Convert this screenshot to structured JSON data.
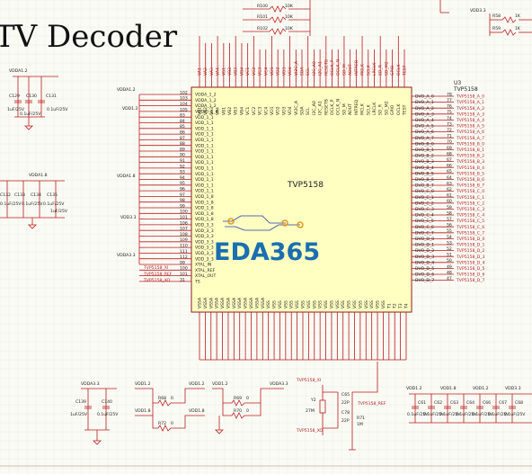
{
  "title": "TV Decoder",
  "chip": {
    "name": "TVP5158",
    "designator": "U3",
    "part_top": "TVP5158"
  },
  "watermark": "EDA365",
  "left_pin_labels": [
    "VDDA_1_2",
    "VDDA_1_2",
    "VDDA_1_2",
    "VDDIO_1_8",
    "VDD_1_1",
    "VDD_1_1",
    "VDD_1_1",
    "VDD_1_1",
    "VDD_1_1",
    "VDD_1_1",
    "VDD_1_1",
    "VDD_1_1",
    "VDD_1_1",
    "VDD_1_1",
    "VDD_1_1",
    "VDD_1_1",
    "VDD_1_1",
    "VDD_1_1",
    "VDD_1_8",
    "VDD_1_8",
    "VDD_1_8",
    "VDD_1_8",
    "VDD_1_8",
    "VDD_3_3",
    "VDD_3_3",
    "VDD_3_3",
    "VDD_3_3",
    "VDD_3_3",
    "VDD_3_3",
    "VDD_3_3",
    "XTAL_IN",
    "XTAL_REF",
    "XTAL_OUT",
    "TS"
  ],
  "left_pin_numbers": [
    "102",
    "103",
    "104",
    "105",
    "83",
    "84",
    "85",
    "86",
    "87",
    "88",
    "89",
    "90",
    "91",
    "92",
    "93",
    "94",
    "95",
    "96",
    "97",
    "98",
    "99",
    "100",
    "101",
    "106",
    "107",
    "108",
    "109",
    "110",
    "111",
    "112",
    "99",
    "100",
    "101",
    "31"
  ],
  "right_pin_labels": [
    "DVO_A_0",
    "DVO_A_1",
    "DVO_A_2",
    "DVO_A_3",
    "DVO_A_4",
    "DVO_A_5",
    "DVO_A_6",
    "DVO_A_7",
    "DVO_B_0",
    "DVO_B_1",
    "DVO_B_2",
    "DVO_B_3",
    "DVO_B_4",
    "DVO_B_5",
    "DVO_B_6",
    "DVO_B_7",
    "DVO_C_0",
    "DVO_C_1",
    "DVO_C_2",
    "DVO_C_3",
    "DVO_C_4",
    "DVO_C_5",
    "DVO_C_6",
    "DVO_C_7",
    "DVO_D_0",
    "DVO_D_1",
    "DVO_D_2",
    "DVO_D_3",
    "DVO_D_4",
    "DVO_D_5",
    "DVO_D_6",
    "DVO_D_7"
  ],
  "right_pin_numbers": [
    "78",
    "77",
    "76",
    "75",
    "74",
    "73",
    "72",
    "71",
    "70",
    "69",
    "68",
    "67",
    "66",
    "65",
    "64",
    "63",
    "62",
    "61",
    "60",
    "59",
    "58",
    "57",
    "56",
    "55",
    "54",
    "53",
    "52",
    "51",
    "50",
    "49",
    "48",
    "47"
  ],
  "right_nets": [
    "TVP5158_A_0",
    "TVP5158_A_1",
    "TVP5158_A_2",
    "TVP5158_A_3",
    "TVP5158_A_4",
    "TVP5158_A_5",
    "TVP5158_A_6",
    "TVP5158_A_7",
    "TVP5158_B_0",
    "TVP5158_B_1",
    "TVP5158_B_2",
    "TVP5158_B_3",
    "TVP5158_B_4",
    "TVP5158_B_5",
    "TVP5158_B_6",
    "TVP5158_B_7",
    "TVP5158_C_0",
    "TVP5158_C_1",
    "TVP5158_C_2",
    "TVP5158_C_3",
    "TVP5158_C_4",
    "TVP5158_C_5",
    "TVP5158_C_6",
    "TVP5158_C_7",
    "TVP5158_D_0",
    "TVP5158_D_1",
    "TVP5158_D_2",
    "TVP5158_D_3",
    "TVP5158_D_4",
    "TVP5158_D_5",
    "TVP5158_D_6",
    "TVP5158_D_7"
  ],
  "top_pin_labels": [
    "VA1",
    "VA2",
    "VA3",
    "VA4",
    "VB1",
    "VB2",
    "VB3",
    "VB4",
    "VC1",
    "VC2",
    "VC3",
    "VC4",
    "VD1",
    "VD2",
    "VD3",
    "VD4",
    "VI2C_A",
    "SDA",
    "SCL",
    "I2C_A0",
    "I2C_A1",
    "RESETB",
    "OCLK_P",
    "OCLK_N",
    "SD_M",
    "AOUT",
    "INTREQ",
    "MCLK",
    "SCLK",
    "LRCLK",
    "SD_R",
    "SD_M2",
    "GPIO",
    "OCLK",
    "TEST"
  ],
  "bottom_pin_labels": [
    "VSSA",
    "VSSA",
    "VSSA",
    "VSSA",
    "VSSA",
    "VSSA",
    "VSSA",
    "VSSA",
    "VSSA",
    "VSSA",
    "VSSA",
    "VSSA",
    "VSS",
    "VSS",
    "VSS",
    "VSS",
    "VSS",
    "VSS",
    "VSS",
    "VSS",
    "VSS",
    "VSS",
    "VSS",
    "VSS",
    "VSS",
    "VSS",
    "VSS",
    "VSS",
    "VSS",
    "VSS",
    "VSS",
    "VSS",
    "VSS",
    "T1",
    "T2",
    "T3",
    "T4"
  ],
  "power_labels": {
    "vdda12_a": "VDDA1.2",
    "vdda12_b": "VDDA1.2",
    "vdd12": "VDD1.2",
    "vdda18": "VDDA1.8",
    "vdd33": "VDD3.3",
    "vdd33b": "VDD3.3",
    "vdda33": "VDDA3.3",
    "vdd18b": "VDD1.8",
    "vdd12b": "VDD1.2",
    "vdd18c": "VDD1.8",
    "vdd33c": "VDD3.3"
  },
  "caps_top_left": [
    {
      "ref": "C129",
      "val": "1uF/25V"
    },
    {
      "ref": "C130",
      "val": "0.1uF/25V"
    },
    {
      "ref": "C131",
      "val": "0.1uF/25V"
    }
  ],
  "caps_mid_left": [
    "C132",
    "C133",
    "C134",
    "C135"
  ],
  "cap_values_mid": [
    "0.1uF/25V",
    "0.1uF/25V",
    "0.1uF/25V",
    "1uF/25V"
  ],
  "resistors_top": [
    {
      "ref": "R100",
      "val": "10K"
    },
    {
      "ref": "R101",
      "val": "10K"
    },
    {
      "ref": "R102",
      "val": "10K"
    }
  ],
  "resistors_tr": [
    {
      "ref": "R58",
      "val": "1K"
    },
    {
      "ref": "R59",
      "val": "1K"
    }
  ],
  "bottom_caps": [
    {
      "ref": "C139",
      "val": "1uF/25V"
    },
    {
      "ref": "C140",
      "val": "0.1uF/25V"
    }
  ],
  "bottom_res": [
    {
      "ref": "R68",
      "val": "0"
    },
    {
      "ref": "R72",
      "val": "0"
    },
    {
      "ref": "R69",
      "val": "0"
    },
    {
      "ref": "R70",
      "val": "0"
    }
  ],
  "crystal": {
    "ref": "Y2",
    "val": "27M",
    "c1": "C65",
    "c1v": "22P",
    "c2": "C78",
    "c2v": "22P",
    "r": "R71",
    "rv": "1M"
  },
  "xtal_nets": [
    "TVP5158_XI",
    "TVP5158_XO",
    "TVP5158_REF"
  ],
  "bottom_right_caps": [
    "C61",
    "C62",
    "C63",
    "C64",
    "C66",
    "C67",
    "C68"
  ],
  "bottom_right_vals": [
    "0.1uF/25V",
    "0.1uF/25V",
    "0.1uF/25V",
    "0.1uF/25V",
    "0.1uF/25V",
    "0.1uF/25V",
    "0.1uF/25V"
  ],
  "left_nets": [
    "TVP5158_XI",
    "TVP5158_REF",
    "TVP5158_XO"
  ]
}
